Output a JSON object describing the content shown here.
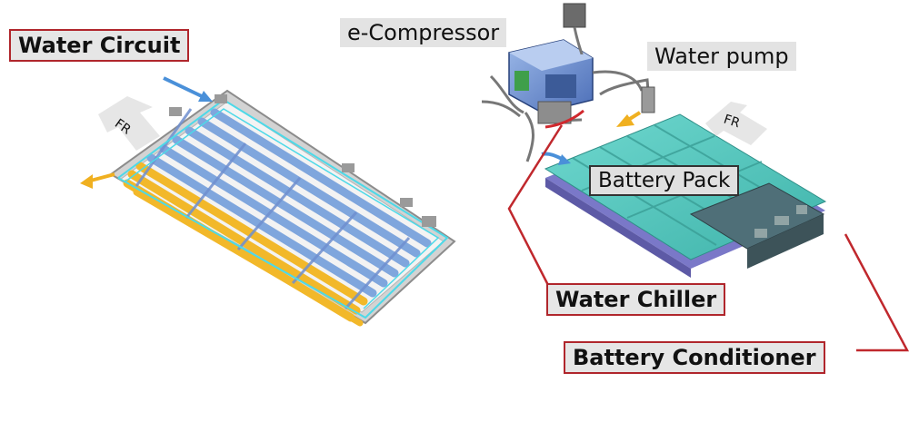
{
  "labels": {
    "water_circuit": "Water Circuit",
    "e_compressor": "e-Compressor",
    "water_pump": "Water pump",
    "battery_pack": "Battery Pack",
    "water_chiller": "Water Chiller",
    "battery_conditioner": "Battery Conditioner",
    "fr_left": "FR",
    "fr_right": "FR"
  },
  "colors": {
    "label_border": "#b0262c",
    "leader_line": "#c0282d",
    "inflow_arrow": "#4a90d9",
    "outflow_arrow": "#f0b020",
    "cold_tubes": "#7fa6dd",
    "warm_tubes": "#f2b82a",
    "circuit_outline": "#4dd9e8",
    "pack_body": "#4fc8bf",
    "pack_base": "#7a78c8"
  },
  "icons": [
    "coolant-inflow-arrow-icon",
    "coolant-outflow-arrow-icon",
    "front-direction-arrow-icon"
  ]
}
